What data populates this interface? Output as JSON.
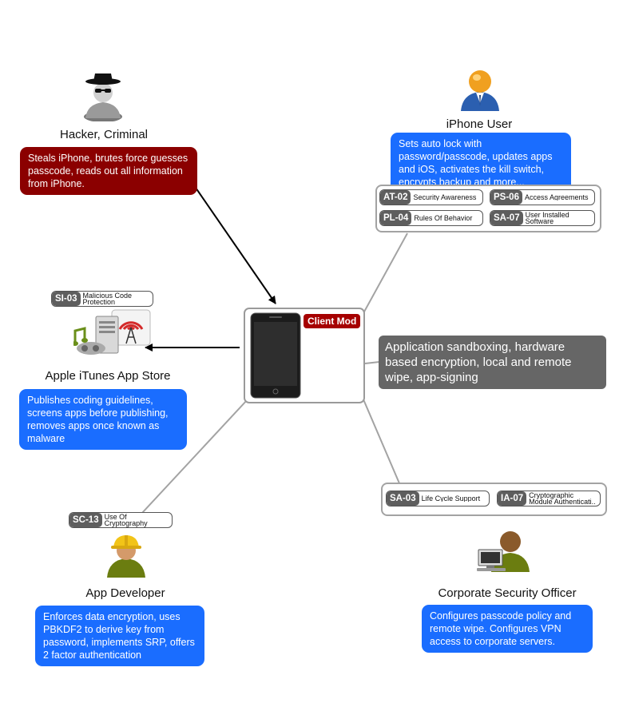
{
  "actors": {
    "hacker": {
      "label": "Hacker, Criminal",
      "note": "Steals iPhone, brutes force guesses passcode, reads out all information from iPhone.",
      "icon": "hacker-icon"
    },
    "iphone_user": {
      "label": "iPhone User",
      "note": "Sets auto lock with password/passcode, updates apps and iOS, activates the kill switch, encrypts backup and more...",
      "icon": "user-icon"
    },
    "app_store": {
      "label": "Apple iTunes App Store",
      "note": "Publishes coding guidelines, screens apps before publishing, removes apps once known as malware",
      "icon": "server-icon"
    },
    "developer": {
      "label": "App Developer",
      "note": "Enforces data encryption, uses PBKDF2 to derive key from password, implements SRP, offers 2 factor authentication",
      "icon": "developer-icon"
    },
    "security_officer": {
      "label": "Corporate Security Officer",
      "note": "Configures passcode policy and remote wipe. Configures VPN access to corporate servers.",
      "icon": "officer-icon"
    }
  },
  "center": {
    "badge": "Client Mod",
    "description": "Application sandboxing, hardware based encryption, local and remote wipe, app-signing",
    "icon": "iphone-icon"
  },
  "controls": {
    "user": [
      {
        "code": "AT-02",
        "name": "Security Awareness"
      },
      {
        "code": "PS-06",
        "name": "Access Agreements"
      },
      {
        "code": "PL-04",
        "name": "Rules Of Behavior"
      },
      {
        "code": "SA-07",
        "name": "User Installed Software"
      }
    ],
    "store": [
      {
        "code": "SI-03",
        "name": "Malicious Code Protection"
      }
    ],
    "developer": [
      {
        "code": "SC-13",
        "name": "Use Of Cryptography"
      }
    ],
    "officer": [
      {
        "code": "SA-03",
        "name": "Life Cycle Support"
      },
      {
        "code": "IA-07",
        "name": "Cryptographic Module Authenticati.."
      }
    ]
  },
  "colors": {
    "threat": "#8b0000",
    "note": "#1a6dff",
    "badge": "#a60000",
    "control_code": "#5e5e5e",
    "connector": "#a3a3a3"
  }
}
